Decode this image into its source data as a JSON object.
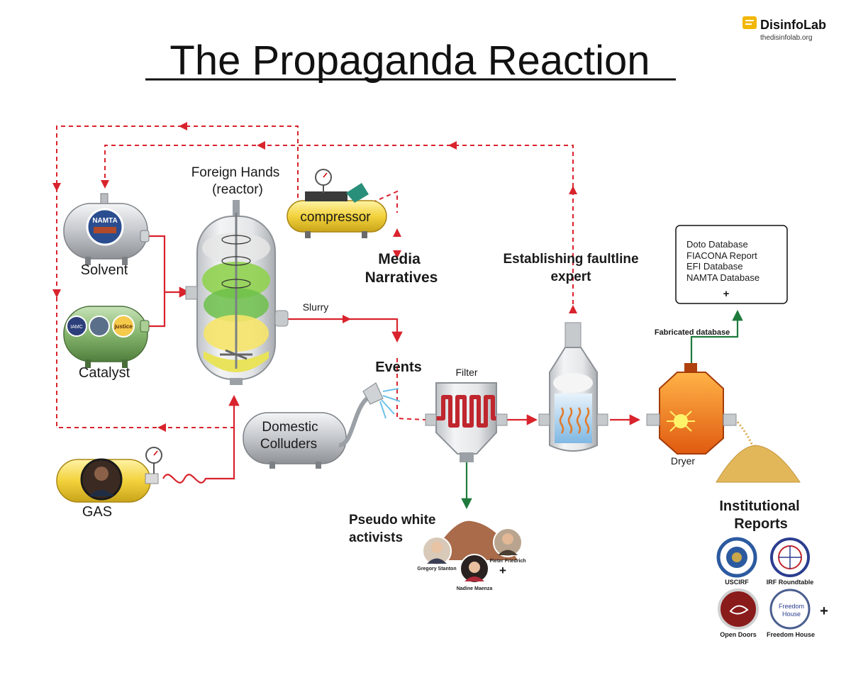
{
  "title": "The Propaganda Reaction",
  "brand": {
    "name": "DisinfoLab",
    "url": "thedisinfolab.org"
  },
  "labels": {
    "foreign_hands": "Foreign Hands",
    "reactor": "(reactor)",
    "compressor": "compressor",
    "solvent": "Solvent",
    "catalyst": "Catalyst",
    "gas": "GAS",
    "media_line1": "Media",
    "media_line2": "Narratives",
    "slurry": "Slurry",
    "events": "Events",
    "filter": "Filter",
    "domestic_line1": "Domestic",
    "domestic_line2": "Colluders",
    "faultline_line1": "Establishing faultline",
    "faultline_line2": "expert",
    "fabricated_database": "Fabricated database",
    "dryer": "Dryer",
    "pseudo_line1": "Pseudo white",
    "pseudo_line2": "activists",
    "institutional_line1": "Institutional",
    "institutional_line2": "Reports"
  },
  "tank_badges": {
    "namta": "NAMTA",
    "iamc": "IAMC",
    "justice": "justice"
  },
  "database_box": {
    "items": [
      "Doto Database",
      "FIACONA Report",
      "EFI Database",
      "NAMTA Database"
    ],
    "more": "+"
  },
  "activists": {
    "people": [
      "Gregory Stanton",
      "Pieter Friedrich",
      "Nadine Maenza"
    ],
    "more": "+"
  },
  "institutions": {
    "orgs": [
      "USCIRF",
      "IRF Roundtable",
      "Open Doors",
      "Freedom House"
    ],
    "freedom_house_badge_line1": "Freedom",
    "freedom_house_badge_line2": "House",
    "more": "+"
  },
  "colors": {
    "flow_red": "#d9232d",
    "database_green": "#1e7a3c",
    "tank_grey": "#d6d8db",
    "tank_green": "#8fbf7a",
    "tank_yellow": "#f5d94a",
    "dryer_orange": "#f07a1e"
  }
}
